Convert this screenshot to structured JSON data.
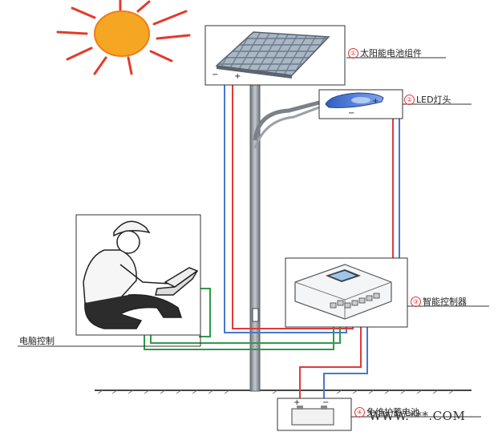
{
  "labels": {
    "solar_panel": {
      "num": "①",
      "text": "太阳能电池组件"
    },
    "led_head": {
      "num": "②",
      "text": "LED灯头"
    },
    "controller": {
      "num": "③",
      "text": "智能控制器"
    },
    "battery": {
      "num": "④",
      "text": "免维护蓄电池"
    },
    "pc_control": {
      "text": "电脑控制"
    }
  },
  "watermark": "WWW.***.COM",
  "polarity": {
    "minus": "−",
    "plus": "+"
  },
  "colors": {
    "sun_fill": "#f5a623",
    "sun_rays": "#e23b2b",
    "wire_red": "#e03a3a",
    "wire_blue": "#4a78c8",
    "wire_green": "#2e9a4a",
    "pole": "#8a8f96",
    "lamp_blue": "#3a6fd8",
    "label_number": "#d9363e"
  },
  "icons": [
    "sun-icon",
    "solar-panel-icon",
    "led-lamp-icon",
    "controller-icon",
    "battery-icon",
    "worker-laptop-icon"
  ]
}
